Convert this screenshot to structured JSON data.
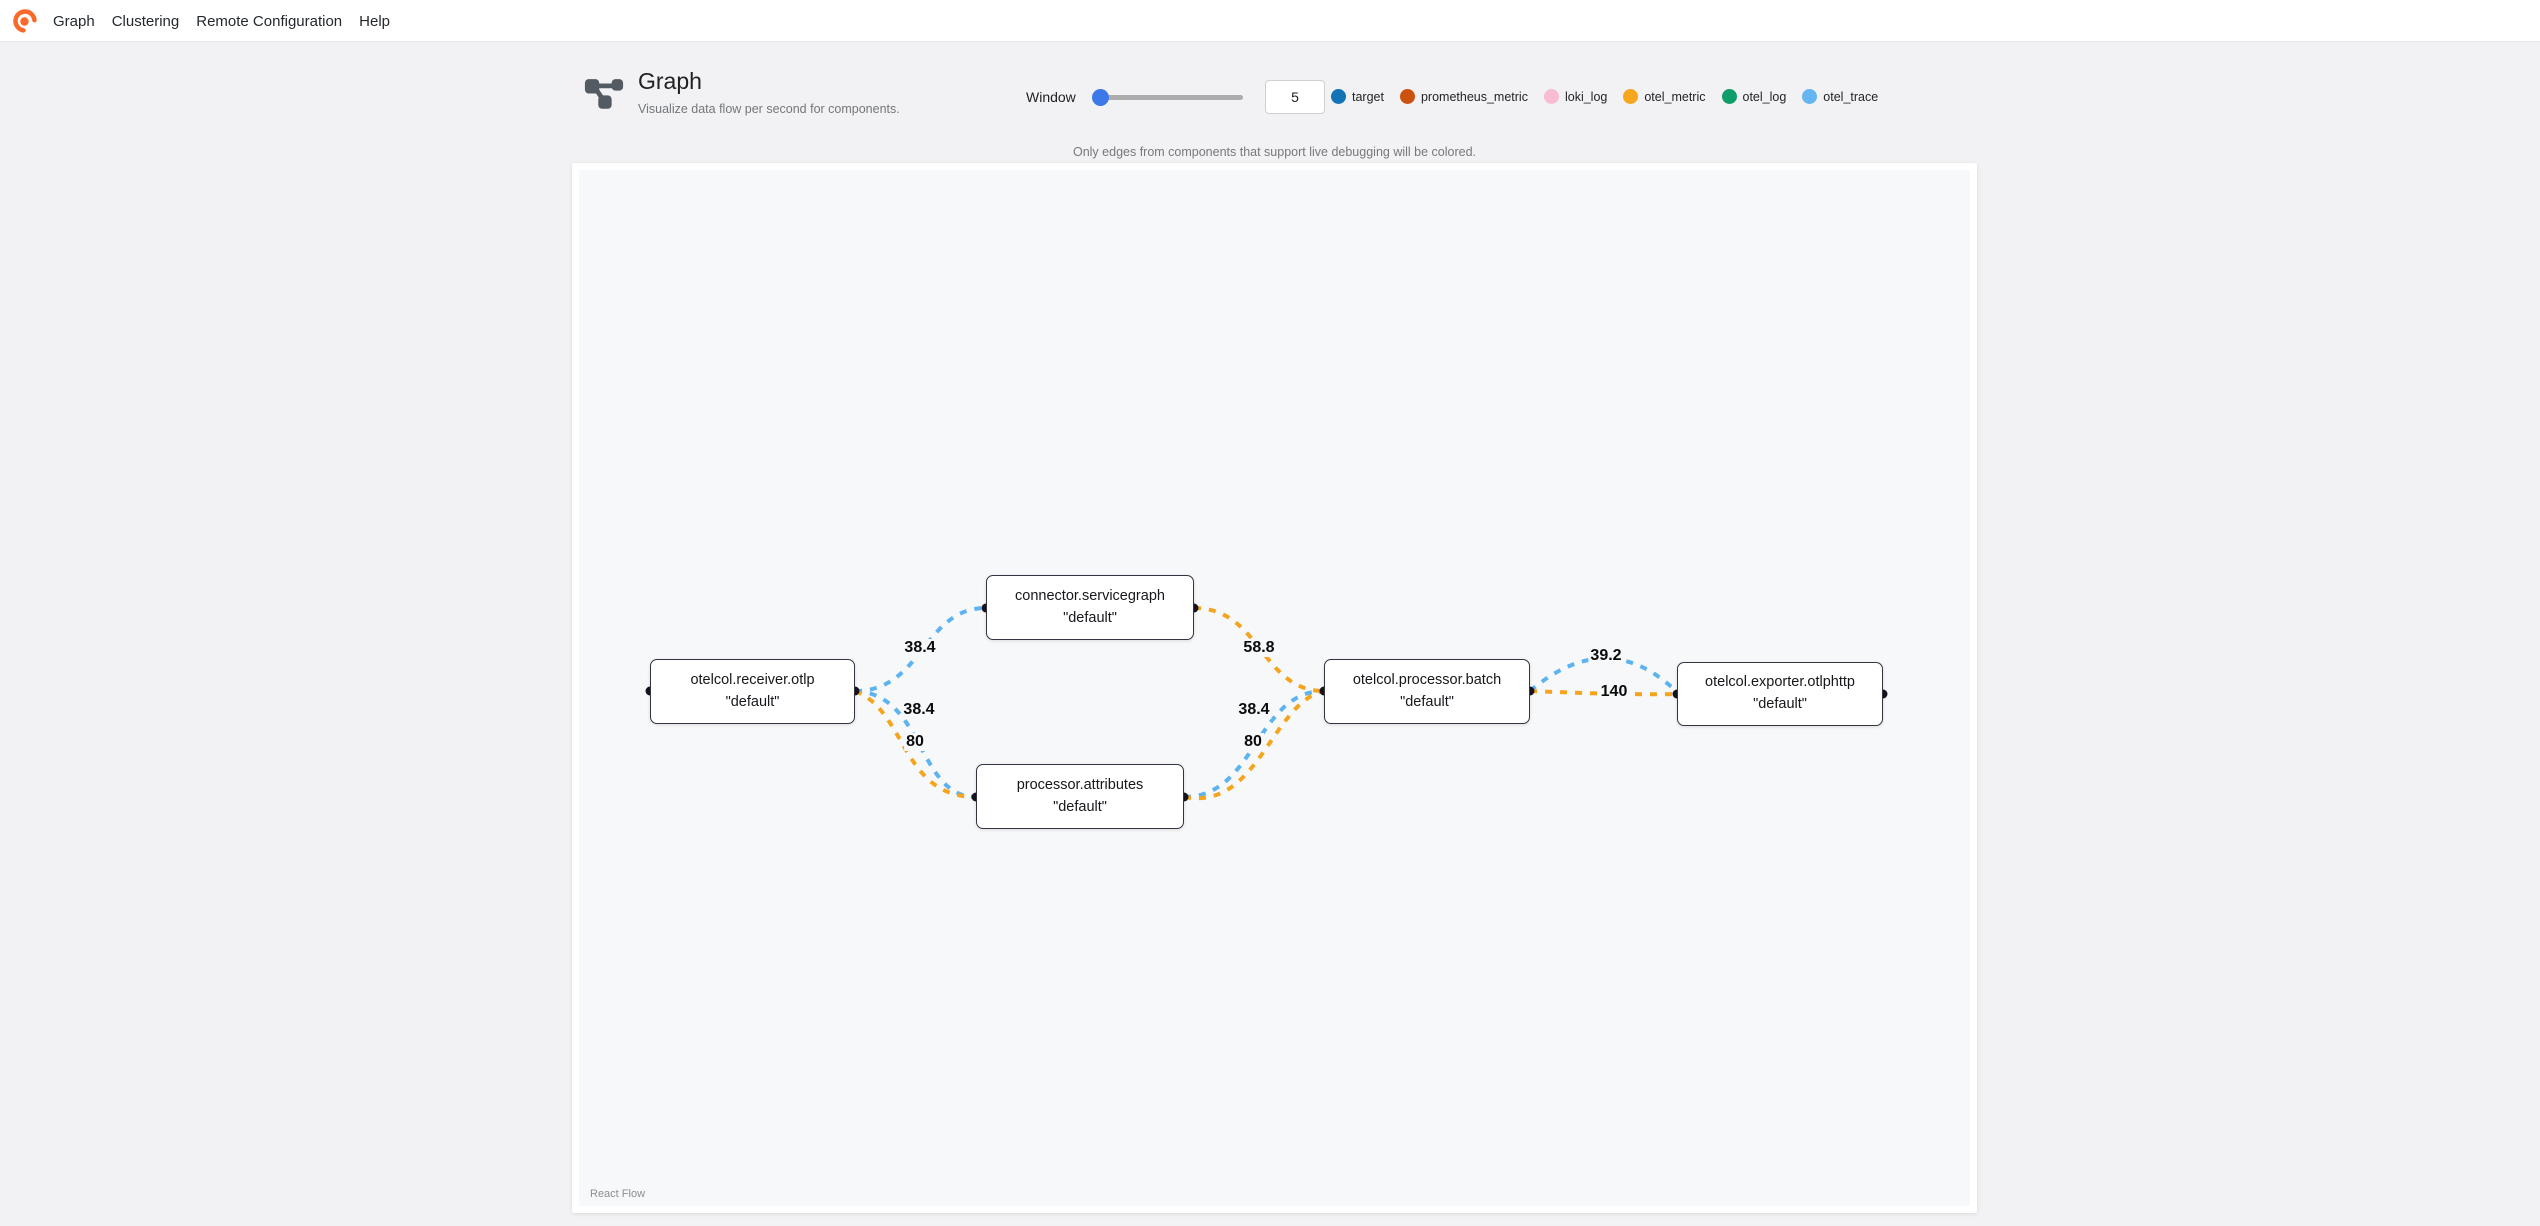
{
  "navbar": {
    "logo": "alloy-logo",
    "items": [
      "Graph",
      "Clustering",
      "Remote Configuration",
      "Help"
    ]
  },
  "header": {
    "title": "Graph",
    "subtitle": "Visualize data flow per second for components."
  },
  "controls": {
    "window_label": "Window",
    "window_value": "5"
  },
  "legend": {
    "items": [
      {
        "label": "target",
        "color": "#1273B7"
      },
      {
        "label": "prometheus_metric",
        "color": "#CC5210"
      },
      {
        "label": "loki_log",
        "color": "#F8BCD0"
      },
      {
        "label": "otel_metric",
        "color": "#F6A71E"
      },
      {
        "label": "otel_log",
        "color": "#0F9D6C"
      },
      {
        "label": "otel_trace",
        "color": "#64B5F0"
      }
    ]
  },
  "note": "Only edges from components that support live debugging will be colored.",
  "graph": {
    "attribution": "React Flow",
    "edge_colors": {
      "otel_trace": "#5CB3F0",
      "otel_metric": "#F6A41E"
    },
    "nodes": [
      {
        "id": "receiver",
        "title": "otelcol.receiver.otlp",
        "instance": "\"default\""
      },
      {
        "id": "servicegraph",
        "title": "connector.servicegraph",
        "instance": "\"default\""
      },
      {
        "id": "attributes",
        "title": "processor.attributes",
        "instance": "\"default\""
      },
      {
        "id": "batch",
        "title": "otelcol.processor.batch",
        "instance": "\"default\""
      },
      {
        "id": "exporter",
        "title": "otelcol.exporter.otlphttp",
        "instance": "\"default\""
      }
    ],
    "edges": [
      {
        "from": "otelcol.receiver.otlp",
        "to": "connector.servicegraph",
        "type": "otel_trace",
        "label": "38.4"
      },
      {
        "from": "otelcol.receiver.otlp",
        "to": "processor.attributes",
        "type": "otel_trace",
        "label": "38.4"
      },
      {
        "from": "otelcol.receiver.otlp",
        "to": "processor.attributes",
        "type": "otel_metric",
        "label": "80"
      },
      {
        "from": "connector.servicegraph",
        "to": "otelcol.processor.batch",
        "type": "otel_metric",
        "label": "58.8"
      },
      {
        "from": "processor.attributes",
        "to": "otelcol.processor.batch",
        "type": "otel_trace",
        "label": "38.4"
      },
      {
        "from": "processor.attributes",
        "to": "otelcol.processor.batch",
        "type": "otel_metric",
        "label": "80"
      },
      {
        "from": "otelcol.processor.batch",
        "to": "otelcol.exporter.otlphttp",
        "type": "otel_trace",
        "label": "39.2"
      },
      {
        "from": "otelcol.processor.batch",
        "to": "otelcol.exporter.otlphttp",
        "type": "otel_metric",
        "label": "140"
      }
    ]
  }
}
